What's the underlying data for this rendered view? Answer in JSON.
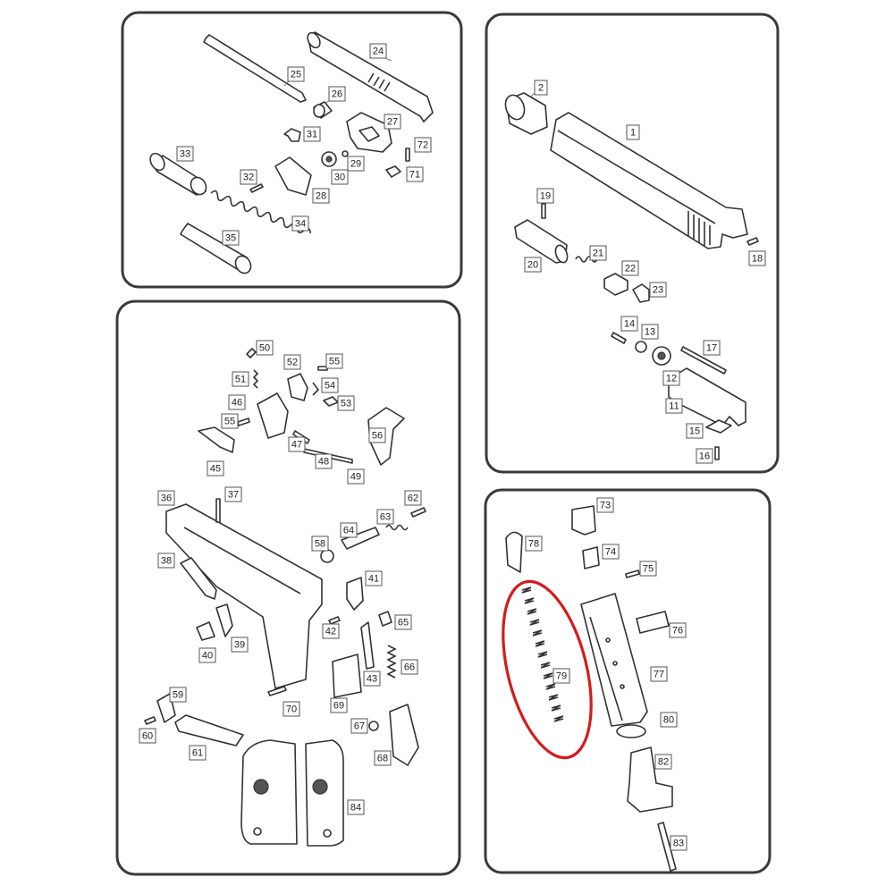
{
  "panels": {
    "barrel_assembly": [
      "24",
      "25",
      "26",
      "27",
      "31",
      "72",
      "29",
      "33",
      "32",
      "30",
      "71",
      "28",
      "34",
      "35"
    ],
    "slide_assembly": [
      "2",
      "1",
      "19",
      "21",
      "20",
      "22",
      "23",
      "18",
      "14",
      "13",
      "17",
      "12",
      "11",
      "15",
      "16"
    ],
    "frame_assembly": [
      "50",
      "52",
      "55",
      "51",
      "54",
      "53",
      "46",
      "55",
      "56",
      "47",
      "45",
      "48",
      "49",
      "36",
      "37",
      "62",
      "63",
      "64",
      "58",
      "38",
      "41",
      "65",
      "42",
      "39",
      "40",
      "43",
      "66",
      "70",
      "69",
      "59",
      "67",
      "60",
      "68",
      "61",
      "84"
    ],
    "magazine_assembly": [
      "73",
      "78",
      "74",
      "75",
      "76",
      "79",
      "77",
      "80",
      "82",
      "83"
    ]
  },
  "highlighted_part": "79",
  "colors": {
    "highlight": "#d61a1a",
    "outline": "#333333",
    "panel_border": "#3a3a3a"
  }
}
